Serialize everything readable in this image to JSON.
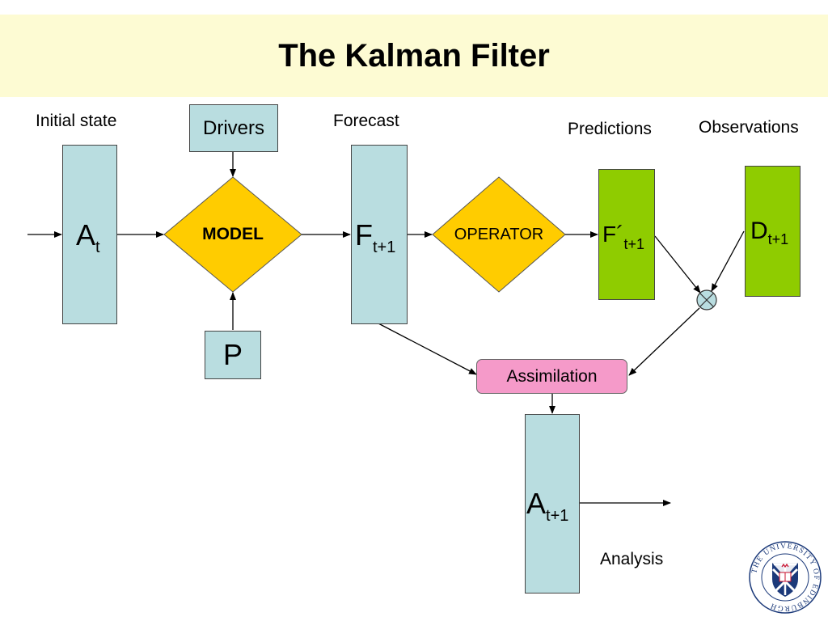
{
  "title": "The Kalman Filter",
  "labels": {
    "initial_state": "Initial state",
    "forecast": "Forecast",
    "predictions": "Predictions",
    "observations": "Observations",
    "analysis": "Analysis"
  },
  "nodes": {
    "drivers": "Drivers",
    "model": "MODEL",
    "p": "P",
    "operator": "OPERATOR",
    "assimilation": "Assimilation",
    "a_t": {
      "base": "A",
      "sub": "t"
    },
    "f_t1": {
      "base": "F",
      "sub": "t+1"
    },
    "fprime_t1": {
      "base": "F´",
      "sub": "t+1"
    },
    "d_t1": {
      "base": "D",
      "sub": "t+1"
    },
    "a_t1": {
      "base": "A",
      "sub": "t+1"
    }
  },
  "logo": {
    "text": "THE UNIVERSITY OF EDINBURGH",
    "color_blue": "#1c3a7a",
    "color_red": "#c8102e"
  },
  "colors": {
    "header_bg": "#fdfbd3",
    "state_box": "#b9dde0",
    "observation_box": "#8fcc00",
    "diamond": "#ffcc00",
    "assimilation": "#f59ac9"
  }
}
